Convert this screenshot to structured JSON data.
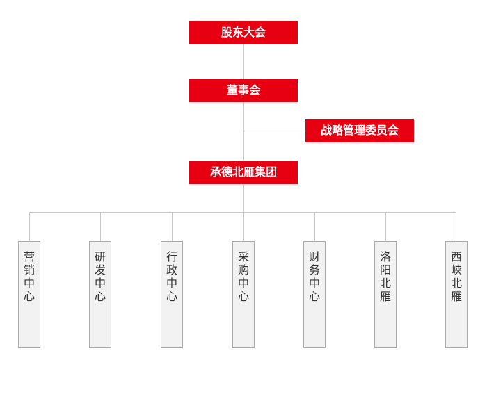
{
  "org_chart": {
    "level1": {
      "label": "股东大会"
    },
    "level2": {
      "label": "董事会"
    },
    "side_committee": {
      "label": "战略管理委员会"
    },
    "level3": {
      "label": "承德北雁集团"
    },
    "departments": [
      {
        "label": "营销中心"
      },
      {
        "label": "研发中心"
      },
      {
        "label": "行政中心"
      },
      {
        "label": "采购中心"
      },
      {
        "label": "财务中心"
      },
      {
        "label": "洛阳北雁"
      },
      {
        "label": "西峡北雁"
      }
    ]
  },
  "colors": {
    "primary_red": "#e60012",
    "connector": "#c8c8c8",
    "dept_fill": "#f2f2f2",
    "dept_border": "#a9a9a9"
  }
}
